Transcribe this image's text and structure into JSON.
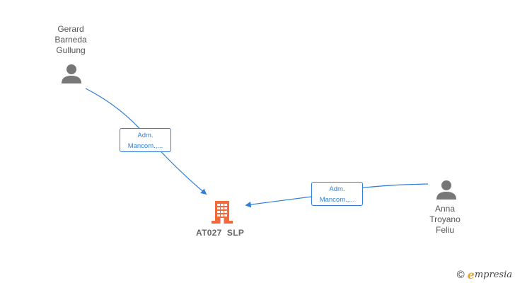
{
  "persons": [
    {
      "id": "p1",
      "name_lines": [
        "Gerard",
        "Barneda",
        "Gullung"
      ]
    },
    {
      "id": "p2",
      "name_lines": [
        "Anna",
        "Troyano",
        "Feliu"
      ]
    }
  ],
  "company": {
    "name": "AT027  SLP",
    "icon_color": "#f26a3c"
  },
  "edges": [
    {
      "from": "p1",
      "label_lines": [
        "Adm.",
        "Mancom.,..."
      ]
    },
    {
      "from": "p2",
      "label_lines": [
        "Adm.",
        "Mancom.,..."
      ]
    }
  ],
  "colors": {
    "edge": "#2f7fd8",
    "person_icon": "#777777",
    "text": "#555555"
  },
  "brand": {
    "copyright_symbol": "©",
    "logo_initial": "e",
    "logo_rest": "mpresia"
  }
}
